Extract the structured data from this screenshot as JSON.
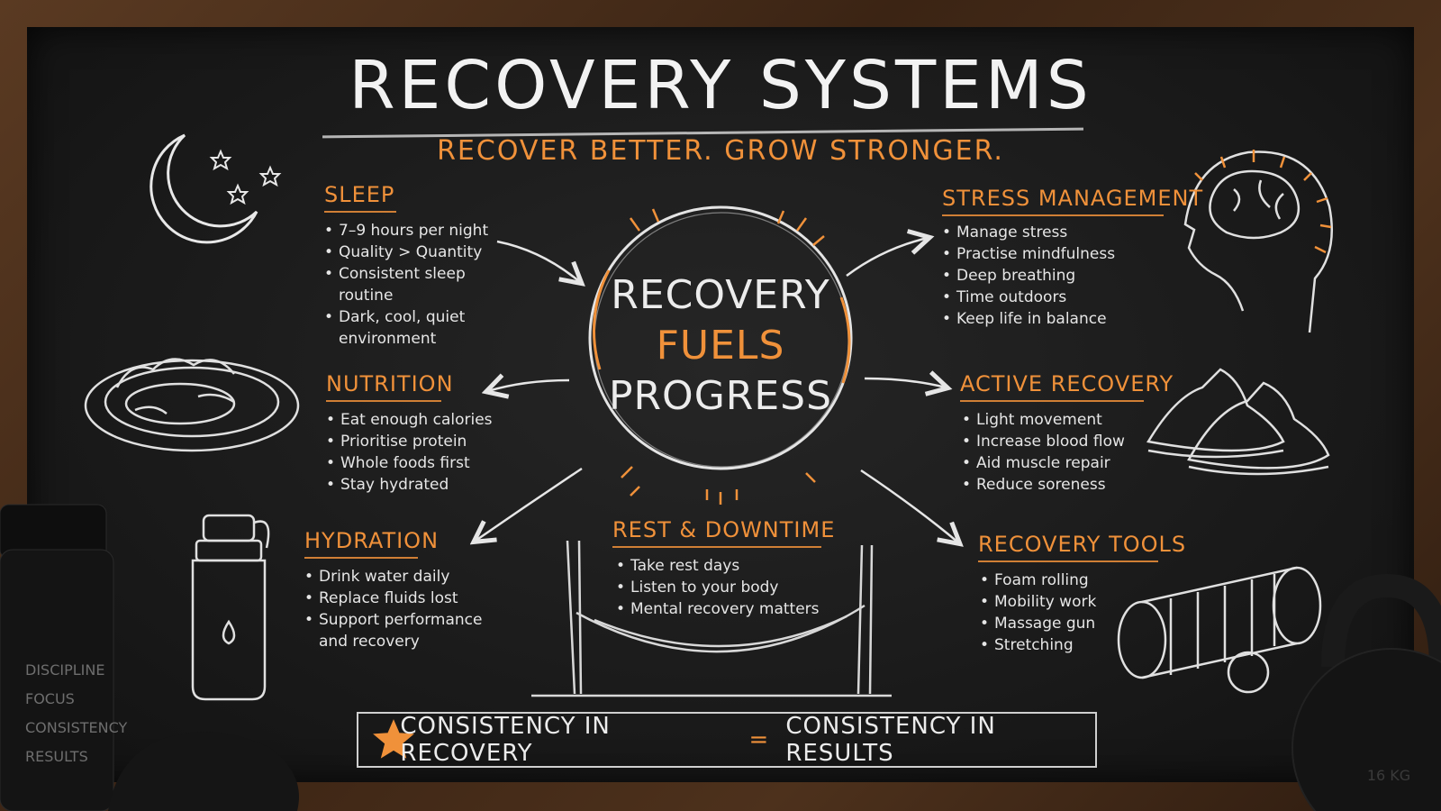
{
  "title": "RECOVERY SYSTEMS",
  "subtitle": "RECOVER BETTER. GROW STRONGER.",
  "center": {
    "line1": "RECOVERY",
    "line2": "FUELS",
    "line3": "PROGRESS"
  },
  "sections": {
    "sleep": {
      "heading": "SLEEP",
      "items": [
        "7–9 hours per night",
        "Quality > Quantity",
        "Consistent sleep routine",
        "Dark, cool, quiet environment"
      ]
    },
    "nutrition": {
      "heading": "NUTRITION",
      "items": [
        "Eat enough calories",
        "Prioritise protein",
        "Whole foods first",
        "Stay hydrated"
      ]
    },
    "hydration": {
      "heading": "HYDRATION",
      "items": [
        "Drink water daily",
        "Replace fluids lost",
        "Support performance and recovery"
      ]
    },
    "rest": {
      "heading": "REST & DOWNTIME",
      "items": [
        "Take rest days",
        "Listen to your body",
        "Mental recovery matters"
      ]
    },
    "stress": {
      "heading": "STRESS MANAGEMENT",
      "items": [
        "Manage stress",
        "Practise mindfulness",
        "Deep breathing",
        "Time outdoors",
        "Keep life in balance"
      ]
    },
    "active": {
      "heading": "ACTIVE RECOVERY",
      "items": [
        "Light movement",
        "Increase blood flow",
        "Aid muscle repair",
        "Reduce soreness"
      ]
    },
    "tools": {
      "heading": "RECOVERY TOOLS",
      "items": [
        "Foam rolling",
        "Mobility work",
        "Massage gun",
        "Stretching"
      ]
    }
  },
  "banner": {
    "left": "CONSISTENCY IN RECOVERY",
    "equals": "=",
    "right": "CONSISTENCY IN RESULTS"
  },
  "bottle_text": [
    "DISCIPLINE",
    "FOCUS",
    "CONSISTENCY",
    "RESULTS"
  ],
  "kettlebell_label": "16 KG",
  "colors": {
    "accent": "#f0913a",
    "chalk": "#ececec",
    "board": "#1b1b1b",
    "frame": "#4d311c"
  },
  "icons": [
    "moon-icon",
    "star-icon",
    "plate-icon",
    "water-bottle-icon",
    "hammock-icon",
    "brain-head-icon",
    "sneakers-icon",
    "foam-roller-icon",
    "kettlebell-icon"
  ]
}
